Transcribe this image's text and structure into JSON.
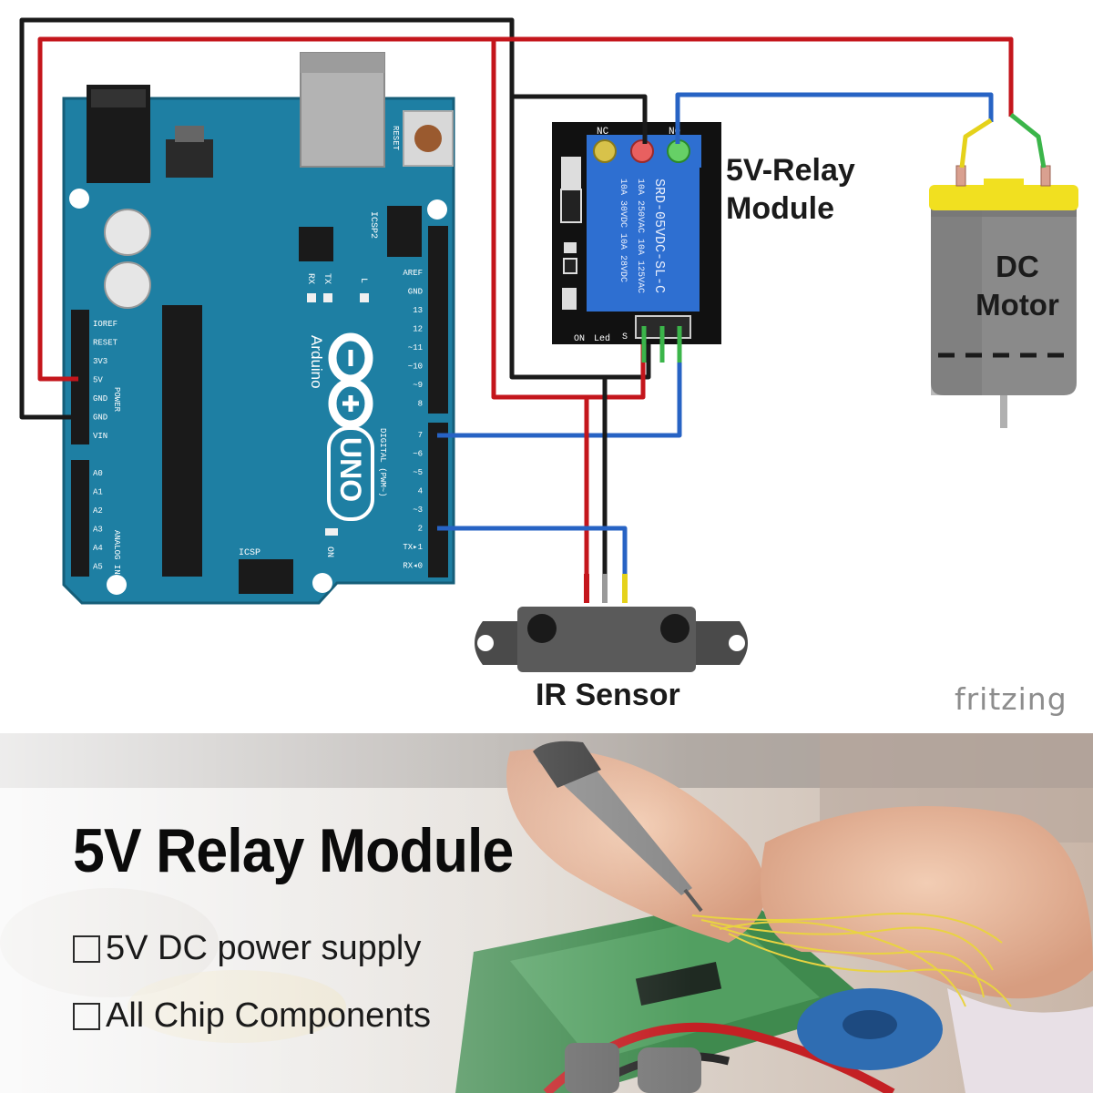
{
  "labels": {
    "relay_line1": "5V-Relay",
    "relay_line2": "Module",
    "motor_line1": "DC",
    "motor_line2": "Motor",
    "ir_sensor": "IR Sensor",
    "fritzing": "fritzing"
  },
  "arduino": {
    "reset_label": "RESET",
    "icsp2_label": "ICSP2",
    "icsp_label": "ICSP",
    "tx_label": "TX",
    "rx_label": "RX",
    "l_label": "L",
    "on_label": "ON",
    "brand": "Arduino",
    "model": "UNO",
    "digital_header_label": "DIGITAL (PWM~)",
    "power_header_label": "POWER",
    "analog_header_label": "ANALOG IN",
    "power_pins": [
      "IOREF",
      "RESET",
      "3V3",
      "5V",
      "GND",
      "GND",
      "VIN"
    ],
    "analog_pins": [
      "A0",
      "A1",
      "A2",
      "A3",
      "A4",
      "A5"
    ],
    "digital_pins_top": [
      "AREF",
      "GND",
      "13",
      "12",
      "~11",
      "~10",
      "~9",
      "8"
    ],
    "digital_pins_bottom": [
      "7",
      "~6",
      "~5",
      "4",
      "~3",
      "2",
      "TX▸1",
      "RX◂0"
    ]
  },
  "relay": {
    "nc_label": "NC",
    "no_label": "NO",
    "relay_text_lines": [
      "SRD-05VDC-SL-C",
      "10A 250VAC  10A 125VAC",
      "10A 30VDC  10A 28VDC"
    ],
    "bottom_labels": [
      "ON",
      "Led",
      "S"
    ]
  },
  "promo": {
    "title": "5V Relay Module",
    "features": [
      "5V DC power supply",
      "All Chip Components"
    ]
  },
  "colors": {
    "arduino_board": "#1e7fa3",
    "relay_board": "#111111",
    "relay_coil": "#2e6fd1",
    "wire_red": "#c4161c",
    "wire_black": "#1a1a1a",
    "wire_blue": "#2763c4",
    "wire_green": "#3bb54a",
    "wire_yellow": "#e5d21b",
    "motor_cap": "#f1e020",
    "motor_body": "#8a8a8a"
  }
}
